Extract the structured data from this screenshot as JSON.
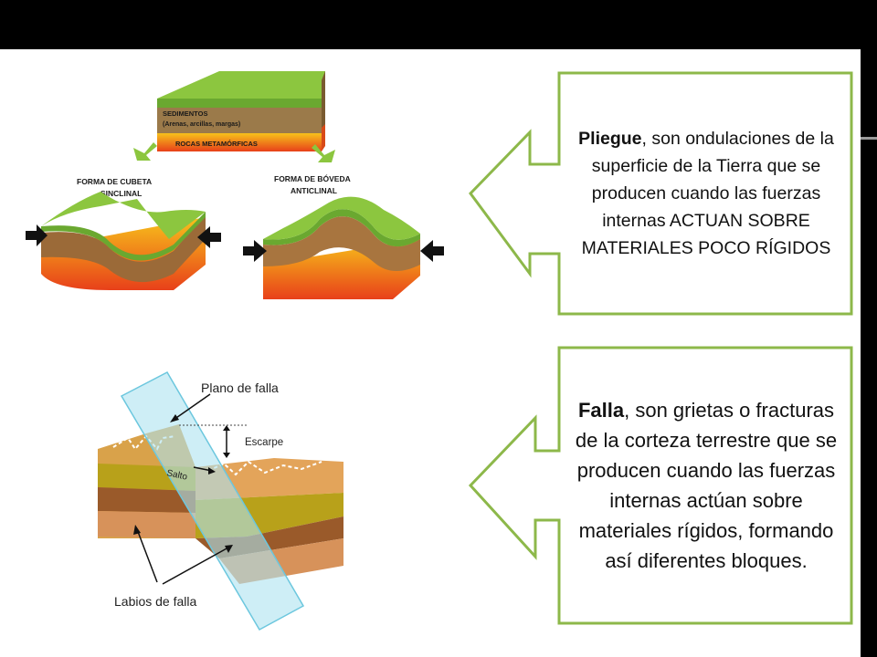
{
  "fold_diagram": {
    "sediment_title": "SEDIMENTOS",
    "sediment_sub": "(Arenas, arcillas, margas)",
    "metamorphic": "ROCAS METAMÓRFICAS",
    "syncline_l1": "FORMA DE CUBETA",
    "syncline_l2": "SINCLINAL",
    "anticline_l1": "FORMA DE BÓVEDA",
    "anticline_l2": "ANTICLINAL"
  },
  "fault_diagram": {
    "plane": "Plano de falla",
    "scarp": "Escarpe",
    "throw": "Salto",
    "lips": "Labios de falla"
  },
  "callout_fold": {
    "term": "Pliegue",
    "text": ", son ondulaciones de la superficie de la Tierra que se producen cuando las fuerzas internas ACTUAN SOBRE MATERIALES POCO RÍGIDOS"
  },
  "callout_fault": {
    "term": "Falla",
    "text": ", son grietas o fracturas de la corteza terrestre que se producen cuando las fuerzas internas actúan sobre materiales rígidos, formando así diferentes bloques."
  },
  "colors": {
    "callout_border": "#8db84a",
    "sediment_green": "#8cc63f",
    "fault_plane": "#aee3f0"
  }
}
